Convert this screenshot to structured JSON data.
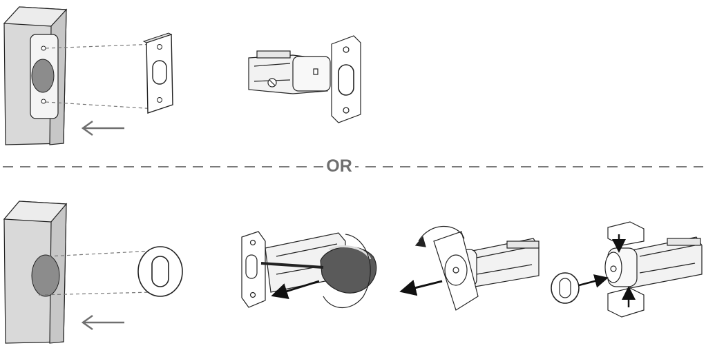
{
  "divider": {
    "label": "OR"
  },
  "colors": {
    "door_face": "#d9d9d9",
    "door_side": "#c7c7c7",
    "bore_hole": "#8c8c8c",
    "line": "#222222",
    "guide_line": "#777777",
    "arrow_gray": "#6f6f6f",
    "divider": "#7a7a7a"
  },
  "panels": [
    {
      "id": "top-door-edge-faceplate",
      "icon": "door-edge-with-mortise"
    },
    {
      "id": "top-faceplate",
      "icon": "rectangular-faceplate"
    },
    {
      "id": "top-latch",
      "icon": "latch-with-faceplate"
    },
    {
      "id": "bottom-door-edge-drivein",
      "icon": "door-edge-with-round-bore"
    },
    {
      "id": "bottom-drive-collar",
      "icon": "round-drive-in-collar"
    },
    {
      "id": "bottom-remove-faceplate",
      "icon": "screwdriver-pry-faceplate"
    },
    {
      "id": "bottom-rotate-faceplate",
      "icon": "rotate-and-remove-faceplate"
    },
    {
      "id": "bottom-install-collar",
      "icon": "snap-on-drive-in-collar"
    }
  ]
}
